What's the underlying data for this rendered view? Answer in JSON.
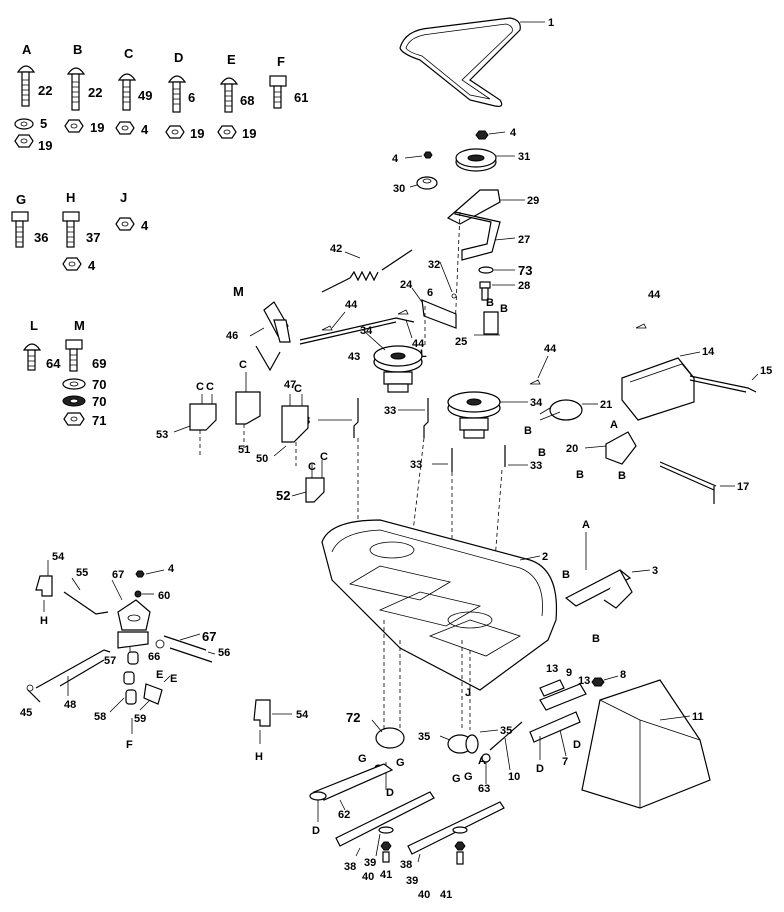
{
  "hardware_keys": [
    {
      "key": "A",
      "bolt_qty": "22",
      "washer_qty": "5",
      "nut_qty": "19"
    },
    {
      "key": "B",
      "bolt_qty": "22",
      "nut_qty": "19"
    },
    {
      "key": "C",
      "bolt_qty": "49",
      "nut_qty": "4"
    },
    {
      "key": "D",
      "bolt_qty": "6",
      "nut_qty": "19"
    },
    {
      "key": "E",
      "bolt_qty": "68",
      "nut_qty": "19"
    },
    {
      "key": "F",
      "bolt_qty": "61"
    },
    {
      "key": "G",
      "bolt_qty": "36"
    },
    {
      "key": "H",
      "bolt_qty": "37",
      "nut_qty": "4"
    },
    {
      "key": "J",
      "nut_qty": "4"
    },
    {
      "key": "L",
      "bolt_qty": "64"
    },
    {
      "key": "M",
      "bolt_qty": "69",
      "washer1_qty": "70",
      "washer2_qty": "70",
      "nut_qty": "71"
    }
  ],
  "parts": {
    "p1": "1",
    "p2": "2",
    "p3": "3",
    "p4": "4",
    "p6": "6",
    "p7": "7",
    "p8": "8",
    "p9": "9",
    "p10": "10",
    "p11": "11",
    "p13": "13",
    "p14": "14",
    "p15": "15",
    "p17": "17",
    "p20": "20",
    "p21": "21",
    "p24": "24",
    "p25": "25",
    "p27": "27",
    "p28": "28",
    "p29": "29",
    "p30": "30",
    "p31": "31",
    "p32": "32",
    "p33": "33",
    "p34": "34",
    "p35": "35",
    "p38": "38",
    "p39": "39",
    "p40": "40",
    "p41": "41",
    "p42": "42",
    "p43": "43",
    "p44": "44",
    "p45": "45",
    "p46": "46",
    "p47": "47",
    "p48": "48",
    "p50": "50",
    "p51": "51",
    "p52": "52",
    "p53": "53",
    "p54": "54",
    "p55": "55",
    "p56": "56",
    "p57": "57",
    "p58": "58",
    "p59": "59",
    "p60": "60",
    "p62": "62",
    "p63": "63",
    "p66": "66",
    "p67": "67",
    "p72": "72",
    "p73": "73"
  },
  "letters": {
    "A": "A",
    "B": "B",
    "C": "C",
    "D": "D",
    "E": "E",
    "F": "F",
    "G": "G",
    "H": "H",
    "J": "J",
    "L": "L",
    "M": "M"
  }
}
